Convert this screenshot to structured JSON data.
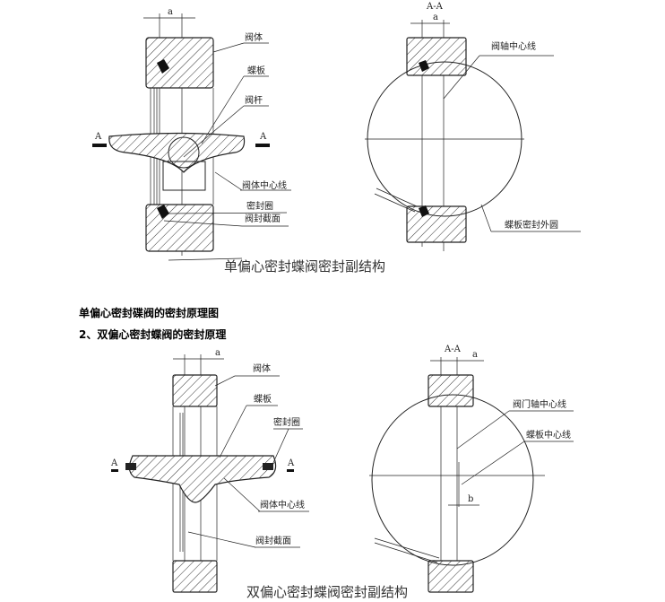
{
  "figure1": {
    "left_labels": {
      "body": "阀体",
      "disc": "蝶板",
      "stem": "阀杆",
      "section_a_left": "A",
      "section_a_right": "A",
      "body_centerline": "阀体中心线",
      "seal_section": "阀封截面",
      "seal_ring": "密封圈",
      "dim_a": "a"
    },
    "right_labels": {
      "section": "A-A",
      "dim_a": "a",
      "shaft_centerline": "阀轴中心线",
      "disc_seal_outer": "蝶板密封外圆"
    },
    "caption": "单偏心密封蝶阀密封副结构"
  },
  "text": {
    "line1": "单偏心密封碟阀的密封原理图",
    "line2": "2、双偏心密封蝶阀的密封原理"
  },
  "figure2": {
    "left_labels": {
      "body": "阀体",
      "disc": "蝶板",
      "seal_ring": "密封圈",
      "section_a_left": "A",
      "section_a_right": "A",
      "body_centerline": "阀体中心线",
      "seal_section": "阀封截面",
      "dim_a": "a"
    },
    "right_labels": {
      "section": "A-A",
      "dim_a": "a",
      "shaft_centerline": "阀门轴中心线",
      "disc_centerline": "蝶板中心线",
      "dim_b": "b"
    },
    "caption": "双偏心密封蝶阀密封副结构"
  }
}
